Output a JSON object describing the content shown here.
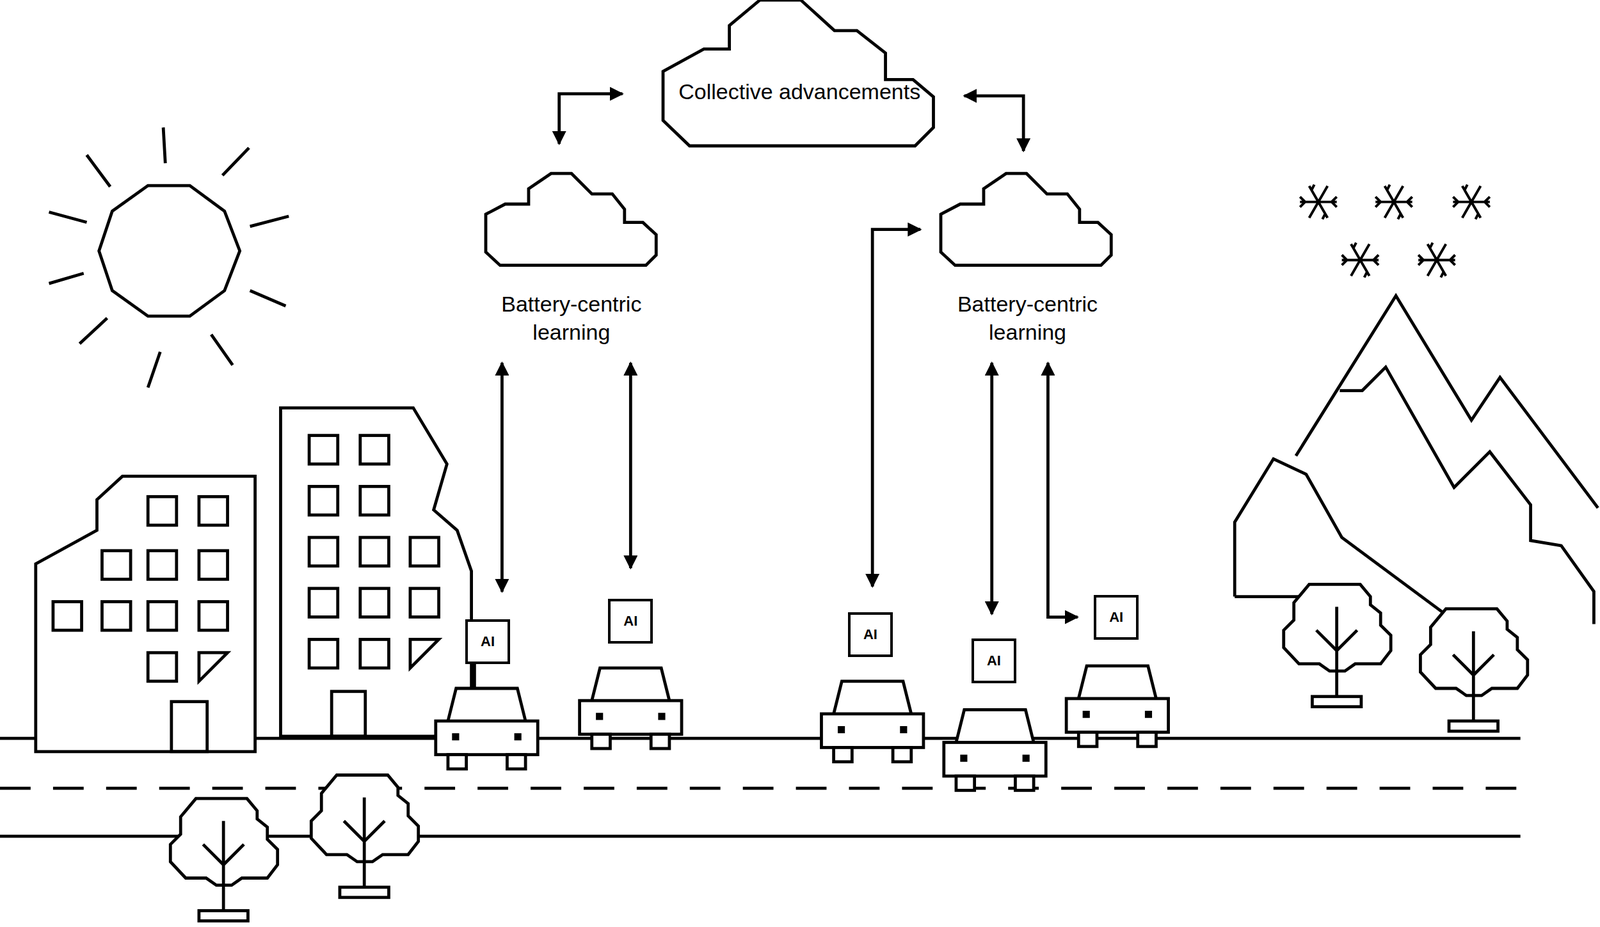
{
  "diagram": {
    "nodes": [
      {
        "text": [
          "Collective advancements"
        ]
      },
      {
        "text": [
          "Battery-centric learning"
        ]
      },
      {
        "text": [
          "Battery-centric learning"
        ]
      },
      {
        "text": [
          "AI"
        ]
      },
      {
        "text": [
          "AI"
        ]
      },
      {
        "text": [
          "AI"
        ]
      },
      {
        "text": [
          "AI"
        ]
      },
      {
        "text": [
          "AI"
        ]
      }
    ],
    "edges": [
      {
        "from": 0,
        "to": 1,
        "arrow": "both"
      },
      {
        "from": 0,
        "to": 2,
        "arrow": "both"
      },
      {
        "from": 1,
        "to": 3,
        "arrow": "both"
      },
      {
        "from": 1,
        "to": 4,
        "arrow": "both"
      },
      {
        "from": 2,
        "to": 5,
        "arrow": "both"
      },
      {
        "from": 2,
        "to": 6,
        "arrow": "both"
      },
      {
        "from": 2,
        "to": 7,
        "arrow": "both"
      }
    ]
  }
}
